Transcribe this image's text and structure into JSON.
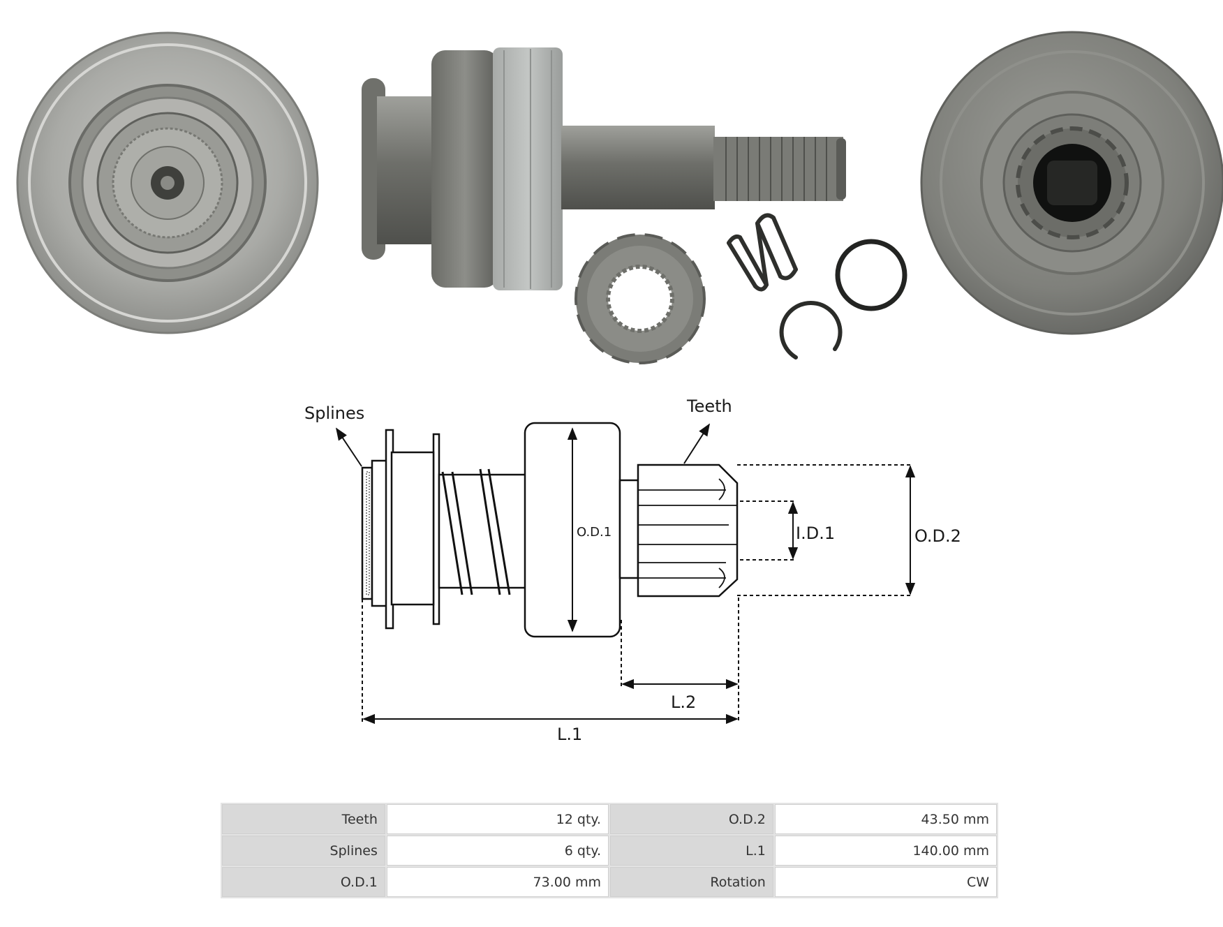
{
  "labels": {
    "splines": "Splines",
    "teeth": "Teeth",
    "od1": "O.D.1",
    "id1": "I.D.1",
    "od2": "O.D.2",
    "l1": "L.1",
    "l2": "L.2"
  },
  "photos": [
    {
      "name": "rear-face-view"
    },
    {
      "name": "side-view-with-parts"
    },
    {
      "name": "front-face-view"
    }
  ],
  "specs": [
    {
      "k1": "Teeth",
      "v1": "12 qty.",
      "k2": "O.D.2",
      "v2": "43.50 mm"
    },
    {
      "k1": "Splines",
      "v1": "6 qty.",
      "k2": "L.1",
      "v2": "140.00 mm"
    },
    {
      "k1": "O.D.1",
      "v1": "73.00 mm",
      "k2": "Rotation",
      "v2": "CW"
    }
  ],
  "colors": {
    "metal": "#8a8a86",
    "metal_light": "#b9bab6",
    "metal_dark": "#5e5f5b",
    "table_key_bg": "#d9d9d9"
  }
}
